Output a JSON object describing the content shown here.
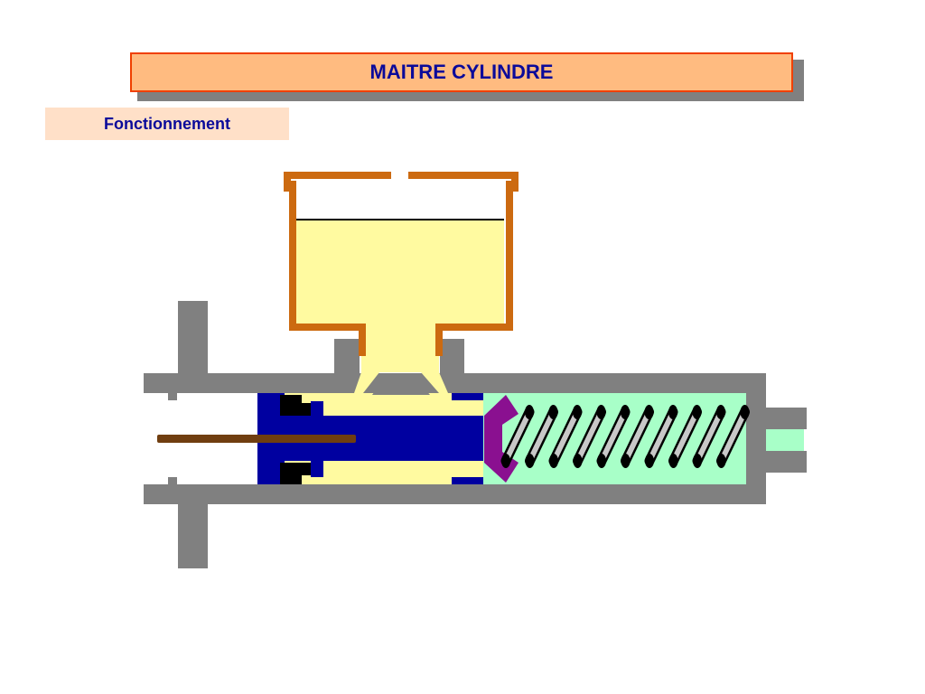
{
  "header": {
    "title": "MAITRE CYLINDRE",
    "subtitle": "Fonctionnement"
  },
  "diagram": {
    "parts": [
      "reservoir",
      "brake-fluid",
      "cylinder-body",
      "piston",
      "push-rod",
      "cup-seal",
      "return-spring",
      "outlet-port",
      "mounting-flange"
    ],
    "colors": {
      "title_fill": "#FFBB80",
      "title_border": "#F04000",
      "title_text": "#0A0A9A",
      "subtitle_fill": "#FFE0C8",
      "body": "#808080",
      "fluid": "#FFFAA0",
      "reservoir": "#CC6A10",
      "piston": "#0000A0",
      "push_rod": "#703E10",
      "cup_seal": "#8A1090",
      "spring_chamber": "#A8FFC8",
      "spring_coil": "#C8C8C8"
    }
  }
}
